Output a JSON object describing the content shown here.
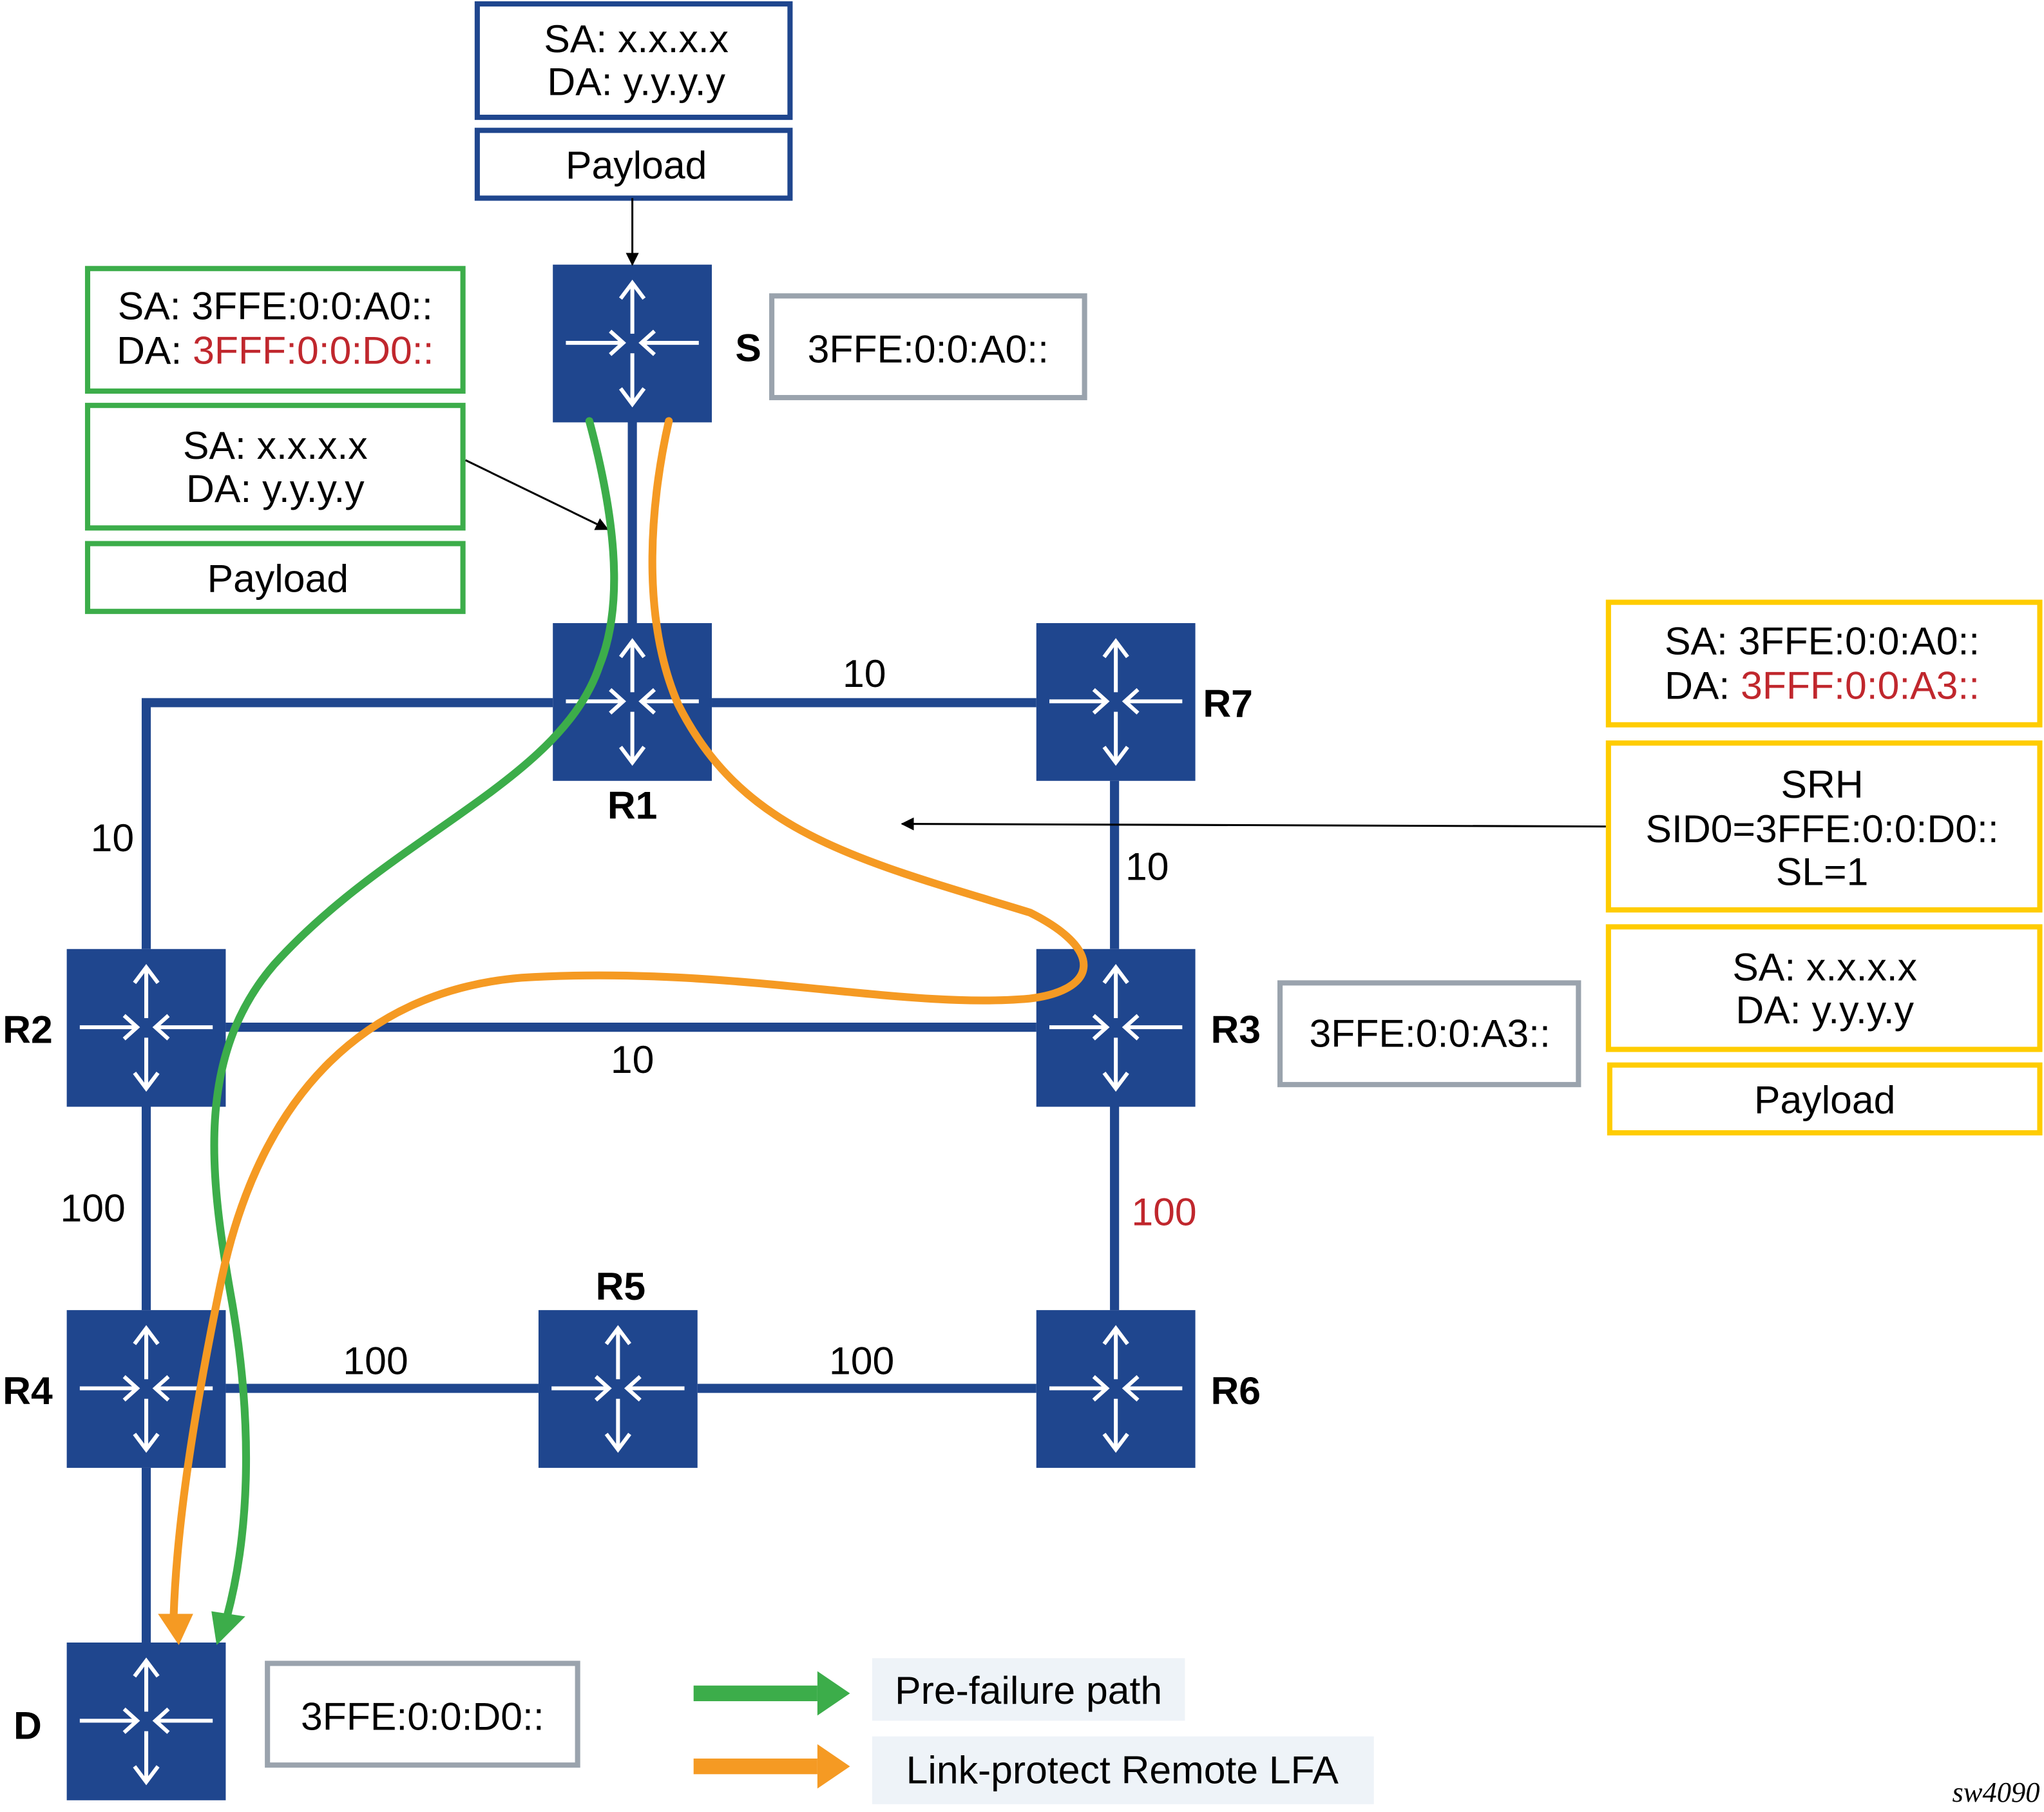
{
  "colors": {
    "router": "#1f468e",
    "link": "#1f468e",
    "pre_failure": "#3cad4a",
    "remote_lfa": "#f59a23",
    "green_box": "#3cad4a",
    "yellow_box": "#ffcc00",
    "blue_box": "#1f468e",
    "addr_box": "#9aa3ad",
    "highlight": "#c0272d",
    "legend_bg": "#eef3f8"
  },
  "routers": [
    {
      "id": "S",
      "label": "S"
    },
    {
      "id": "R1",
      "label": "R1"
    },
    {
      "id": "R7",
      "label": "R7"
    },
    {
      "id": "R2",
      "label": "R2"
    },
    {
      "id": "R3",
      "label": "R3"
    },
    {
      "id": "R4",
      "label": "R4"
    },
    {
      "id": "R5",
      "label": "R5"
    },
    {
      "id": "R6",
      "label": "R6"
    },
    {
      "id": "D",
      "label": "D"
    }
  ],
  "links": [
    {
      "from": "S",
      "to": "R1",
      "metric": ""
    },
    {
      "from": "R1",
      "to": "R7",
      "metric": "10"
    },
    {
      "from": "R1",
      "to": "R2",
      "metric": "10"
    },
    {
      "from": "R7",
      "to": "R3",
      "metric": "10"
    },
    {
      "from": "R2",
      "to": "R3",
      "metric": "10"
    },
    {
      "from": "R2",
      "to": "R4",
      "metric": "100"
    },
    {
      "from": "R3",
      "to": "R6",
      "metric": "100",
      "highlight": true
    },
    {
      "from": "R4",
      "to": "R5",
      "metric": "100"
    },
    {
      "from": "R5",
      "to": "R6",
      "metric": "100"
    },
    {
      "from": "R4",
      "to": "D",
      "metric": ""
    }
  ],
  "addresses": {
    "S": "3FFE:0:0:A0::",
    "R3": "3FFE:0:0:A3::",
    "D": "3FFE:0:0:D0::"
  },
  "packets": {
    "original": {
      "header": {
        "sa": "SA: x.x.x.x",
        "da": "DA: y.y.y.y"
      },
      "payload": "Payload"
    },
    "pre_failure": {
      "outer": {
        "sa": "SA: 3FFE:0:0:A0::",
        "da_prefix": "DA: ",
        "da_value": "3FFF:0:0:D0::"
      },
      "inner": {
        "sa": "SA: x.x.x.x",
        "da": "DA: y.y.y.y"
      },
      "payload": "Payload"
    },
    "remote_lfa": {
      "outer": {
        "sa": "SA: 3FFE:0:0:A0::",
        "da_prefix": "DA: ",
        "da_value": "3FFF:0:0:A3::"
      },
      "srh": {
        "title": "SRH",
        "sid0": "SID0=3FFE:0:0:D0::",
        "sl": "SL=1"
      },
      "inner": {
        "sa": "SA: x.x.x.x",
        "da": "DA: y.y.y.y"
      },
      "payload": "Payload"
    }
  },
  "legend": [
    {
      "label": "Pre-failure path",
      "color_key": "pre_failure"
    },
    {
      "label": "Link-protect Remote LFA",
      "color_key": "remote_lfa"
    }
  ],
  "figure_id": "sw4090"
}
